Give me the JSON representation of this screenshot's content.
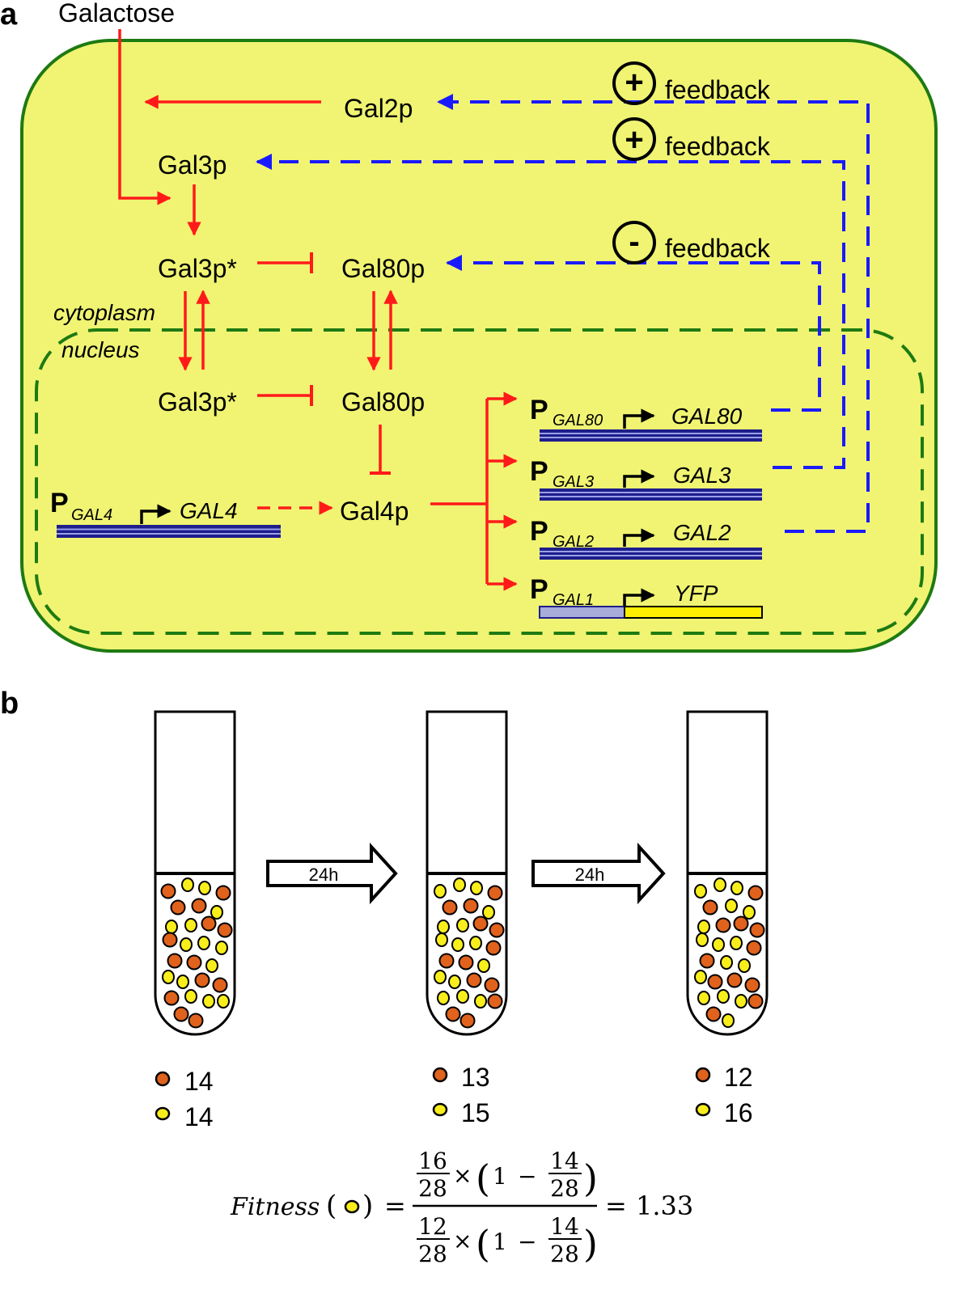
{
  "panel_a": {
    "panel_letter": "a",
    "input": "Galactose",
    "proteins": {
      "gal2p": "Gal2p",
      "gal3p": "Gal3p",
      "gal3p_star_cyto": "Gal3p*",
      "gal80p_cyto": "Gal80p",
      "gal3p_star_nuc": "Gal3p*",
      "gal80p_nuc": "Gal80p",
      "gal4p": "Gal4p"
    },
    "compartments": {
      "cytoplasm": "cytoplasm",
      "nucleus": "nucleus"
    },
    "feedback": [
      {
        "sign": "+",
        "label": "feedback"
      },
      {
        "sign": "+",
        "label": "feedback"
      },
      {
        "sign": "-",
        "label": "feedback"
      }
    ],
    "genes": [
      {
        "promoter": "P",
        "promoter_sub": "GAL80",
        "gene": "GAL80"
      },
      {
        "promoter": "P",
        "promoter_sub": "GAL3",
        "gene": "GAL3"
      },
      {
        "promoter": "P",
        "promoter_sub": "GAL2",
        "gene": "GAL2"
      },
      {
        "promoter": "P",
        "promoter_sub": "GAL1",
        "gene": "YFP"
      }
    ],
    "gal4_gene": {
      "promoter": "P",
      "promoter_sub": "GAL4",
      "gene": "GAL4"
    },
    "colors": {
      "cell_fill": "#f0f472",
      "cell_border": "#1e7a12",
      "activation": "#ff1a1a",
      "feedback": "#1a1aff",
      "dna": "#1e1e8c",
      "yfp": "#ffee00"
    }
  },
  "panel_b": {
    "panel_letter": "b",
    "transfer_labels": [
      "24h",
      "24h"
    ],
    "tubes": [
      {
        "orange_count": "14",
        "yellow_count": "14"
      },
      {
        "orange_count": "13",
        "yellow_count": "15"
      },
      {
        "orange_count": "12",
        "yellow_count": "16"
      }
    ],
    "colors": {
      "orange_cell": "#e0621c",
      "yellow_cell": "#f8ee1c"
    },
    "formula": {
      "lhs": "Fitness",
      "num_a_top": "16",
      "num_a_bot": "28",
      "num_b_top": "14",
      "num_b_bot": "28",
      "den_a_top": "12",
      "den_a_bot": "28",
      "den_b_top": "14",
      "den_b_bot": "28",
      "times": "×",
      "one": "1",
      "minus": "−",
      "equals": "=",
      "result": "1.33"
    }
  }
}
